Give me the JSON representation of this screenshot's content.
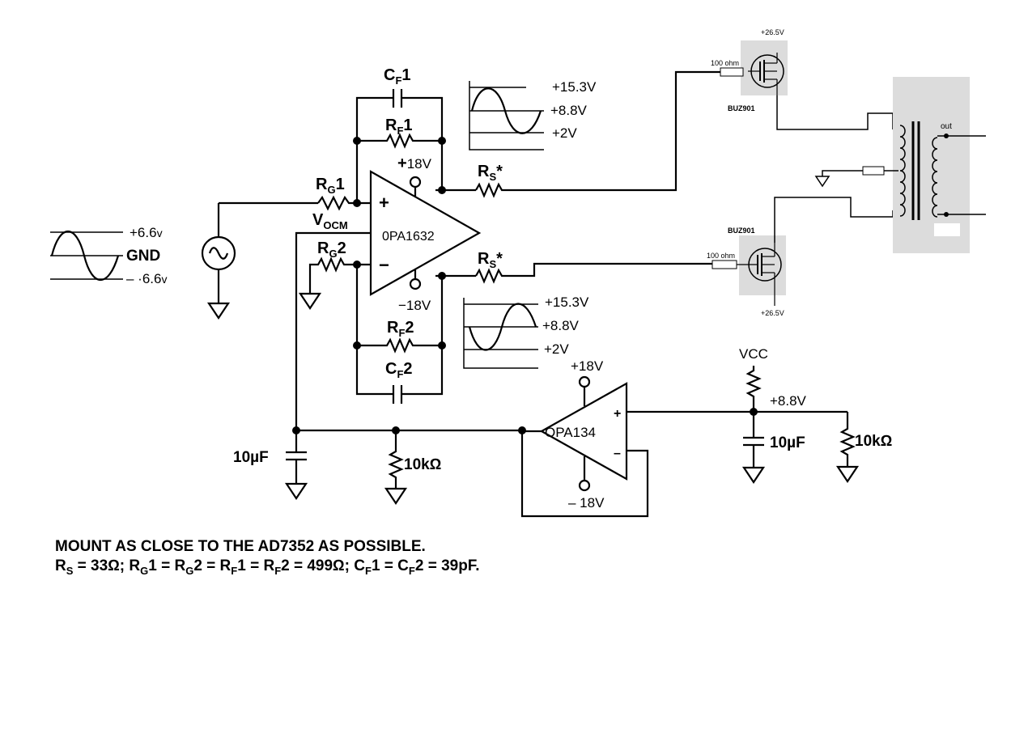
{
  "main_amp": {
    "name": "0PA1632",
    "pos_supply": "18V",
    "pos_supply_sign": "+",
    "neg_supply": "−18V",
    "in_plus": "+",
    "in_minus": "−"
  },
  "vocm": {
    "main": "V",
    "sub": "OCM"
  },
  "components": {
    "cf1": {
      "main": "C",
      "sub": "F",
      "suffix": "1"
    },
    "rf1": {
      "main": "R",
      "sub": "F",
      "suffix": "1"
    },
    "rg1": {
      "main": "R",
      "sub": "G",
      "suffix": "1"
    },
    "rg2": {
      "main": "R",
      "sub": "G",
      "suffix": "2"
    },
    "rf2": {
      "main": "R",
      "sub": "F",
      "suffix": "2"
    },
    "cf2": {
      "main": "C",
      "sub": "F",
      "suffix": "2"
    },
    "rs_top": {
      "main": "R",
      "sub": "S",
      "suffix": "*"
    },
    "rs_bot": {
      "main": "R",
      "sub": "S",
      "suffix": "*"
    }
  },
  "input_wave": {
    "top": "+6.6",
    "top_unit": "v",
    "mid": "GND",
    "bot": "– ·6.6",
    "bot_unit": "v"
  },
  "wave_top": {
    "v1": "+15.3V",
    "v2": "+8.8V",
    "v3": "+2V"
  },
  "wave_bottom": {
    "v1": "+15.3V",
    "v2": "+8.8V",
    "v3": "+2V"
  },
  "buffer_amp": {
    "name": "OPA134",
    "pos_supply": "+18V",
    "neg_supply": "– 18V",
    "in_plus": "+",
    "in_minus": "–"
  },
  "bias": {
    "cap_left": "10µF",
    "res_left": "10kΩ",
    "vcc": "VCC",
    "node_voltage": "+8.8V",
    "cap_right": "10µF",
    "res_right": "10kΩ"
  },
  "output_stage": {
    "gate_res_top": "100 ohm",
    "gate_res_bottom": "100 ohm",
    "mosfet_top": "BUZ901",
    "mosfet_bottom": "BUZ901",
    "supply_top": "+26.5V",
    "supply_bottom": "+26.5V",
    "transformer_out": "out"
  },
  "notes": {
    "line1": "MOUNT AS CLOSE TO THE AD7352 AS POSSIBLE.",
    "line2": [
      {
        "t": "R"
      },
      {
        "t": "S",
        "sub": true
      },
      {
        "t": " = 33Ω; R"
      },
      {
        "t": "G",
        "sub": true
      },
      {
        "t": "1 = R"
      },
      {
        "t": "G",
        "sub": true
      },
      {
        "t": "2 = R"
      },
      {
        "t": "F",
        "sub": true
      },
      {
        "t": "1 = R"
      },
      {
        "t": "F",
        "sub": true
      },
      {
        "t": "2 = 499Ω; C"
      },
      {
        "t": "F",
        "sub": true
      },
      {
        "t": "1 = C"
      },
      {
        "t": "F",
        "sub": true
      },
      {
        "t": "2 = 39pF."
      }
    ]
  }
}
